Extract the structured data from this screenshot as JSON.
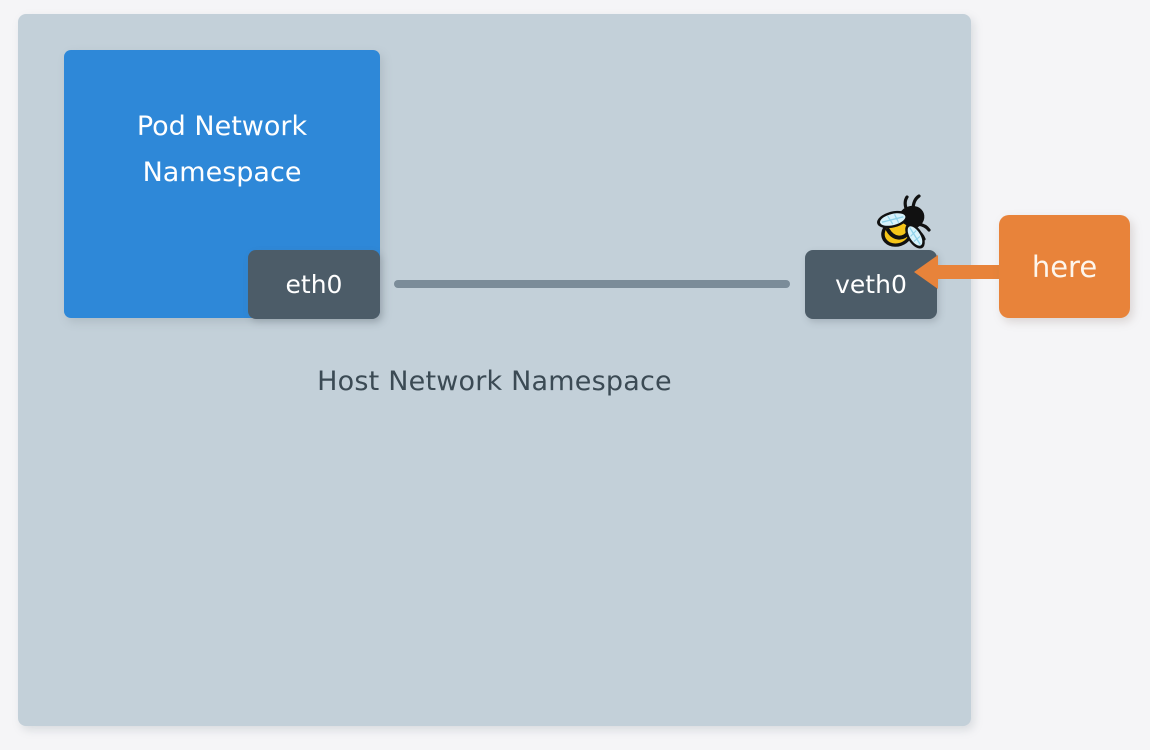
{
  "diagram": {
    "title": "Kubernetes pod veth pair network diagram",
    "host_namespace": {
      "label": "Host Network Namespace",
      "color": "#c3d0d9",
      "text_color": "#3b4a54"
    },
    "pod_namespace": {
      "label": "Pod Network\nNamespace",
      "color": "#2e88d8",
      "text_color": "#ffffff"
    },
    "interfaces": [
      {
        "name": "eth0-interface",
        "label": "eth0",
        "color": "#4c5c68",
        "text_color": "#ffffff"
      },
      {
        "name": "veth0-interface",
        "label": "veth0",
        "color": "#4c5c68",
        "text_color": "#ffffff"
      }
    ],
    "link": {
      "name": "veth-pair-link",
      "color": "#7b8c99"
    },
    "annotation": {
      "label": "here",
      "color": "#e8833a",
      "text_color": "#fdf6ec",
      "arrow_color": "#e8833a",
      "arrow_direction": "left"
    },
    "bee": {
      "name": "ebpf-bee-icon",
      "body_color": "#f5c518",
      "outline_color": "#111111",
      "wing_color": "#d8f2fb"
    },
    "page_background": "#f5f5f7"
  }
}
